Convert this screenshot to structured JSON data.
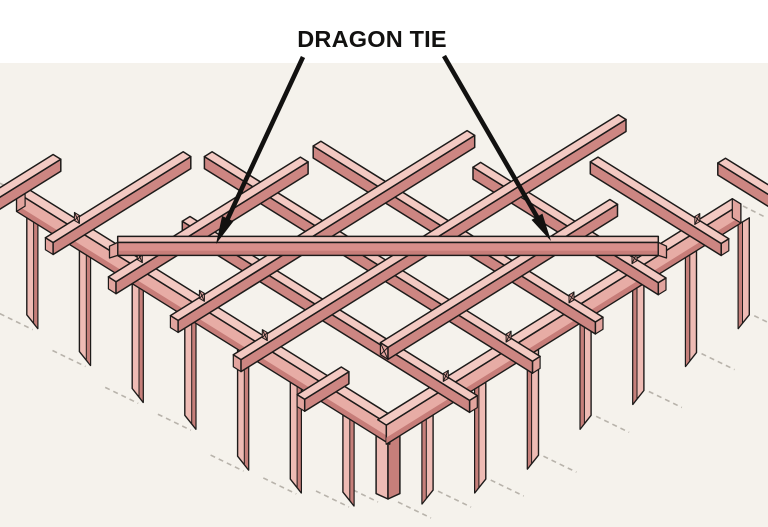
{
  "title": {
    "text": "DRAGON TIE"
  },
  "annotation": {
    "label": "DRAGON TIE",
    "arrow_count": 2
  },
  "palette": {
    "page": "#ffffff",
    "background": "#f5f2ec",
    "outline": "#1d1b1a",
    "wood_light": "#f3c9c2",
    "wood_side": "#cd8682",
    "plate_face": "#e7aca5",
    "plate_shadow": "#c77d79",
    "stud_light": "#eebbb4",
    "stud_dark": "#c67f7a",
    "tie_top": "#f0c4bd",
    "tie_face": "#d98f8b",
    "end_grain": "#e2a49e",
    "ground_dash": "#b8b3ab",
    "ink": "#121110"
  }
}
